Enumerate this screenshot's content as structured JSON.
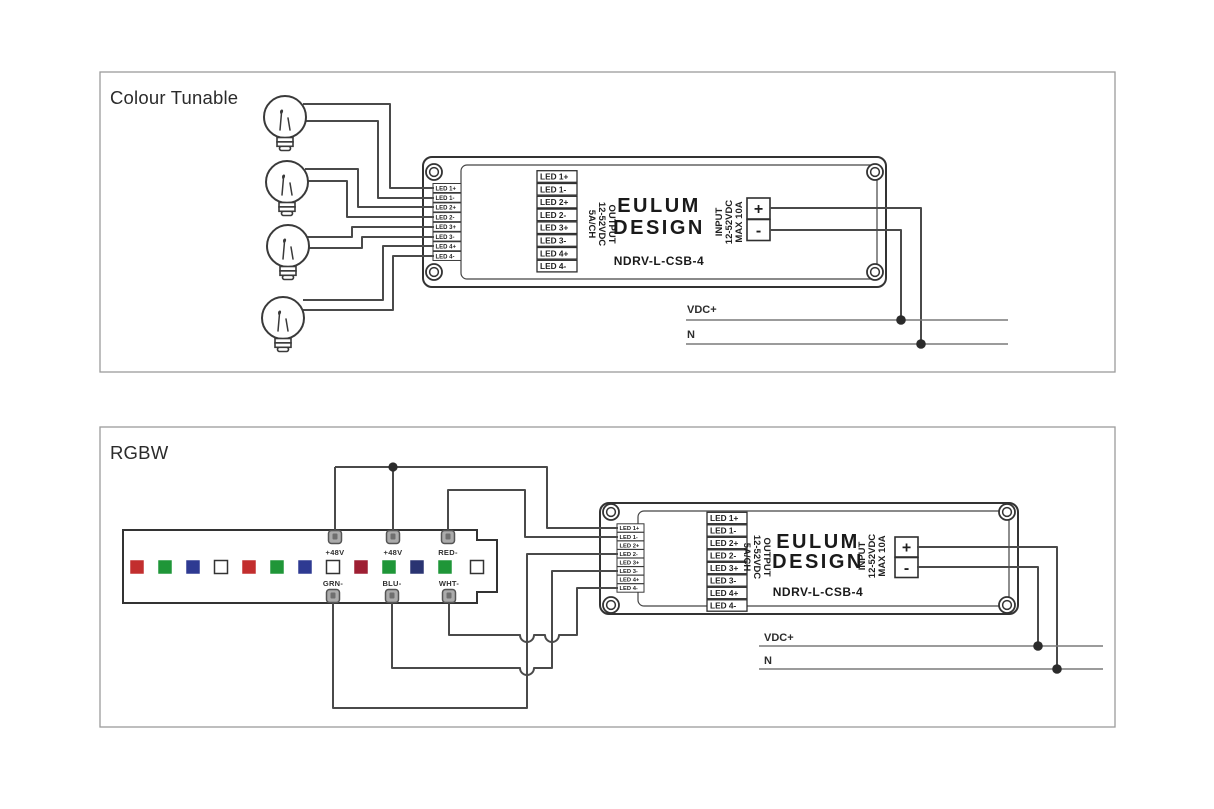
{
  "panels": [
    {
      "title": "Colour Tunable",
      "rails": {
        "positive": "VDC+",
        "neutral": "N"
      }
    },
    {
      "title": "RGBW",
      "rails": {
        "positive": "VDC+",
        "neutral": "N"
      }
    }
  ],
  "driver": {
    "terminals": [
      "LED 1+",
      "LED 1-",
      "LED 2+",
      "LED 2-",
      "LED 3+",
      "LED 3-",
      "LED 4+",
      "LED 4-"
    ],
    "output_label": [
      "OUTPUT",
      "12-52VDC",
      "5A/CH"
    ],
    "input_label": [
      "INPUT",
      "12-52VDC",
      "MAX 10A"
    ],
    "brand": [
      "EULUM",
      "DESIGN"
    ],
    "model": "NDRV-L-CSB-4",
    "positive_terminal": "+",
    "negative_terminal": "-"
  },
  "strip": {
    "top_pads": [
      "+48V",
      "+48V",
      "RED-"
    ],
    "bottom_pads": [
      "GRN-",
      "BLU-",
      "WHT-"
    ],
    "square_colors": [
      "#c22e2e",
      "#1f9638",
      "#2e3a92",
      "#ffffff",
      "#c22e2e",
      "#1f9638",
      "#2e3a92",
      "#ffffff",
      "#9e1f33",
      "#1f9638",
      "#2a3472",
      "#1f9638",
      "#ffffff"
    ]
  },
  "colors": {
    "wire": "#4a4a4a",
    "outline": "#333333",
    "panel_border": "#9c9c9c",
    "rail_line": "#7a7a7a",
    "pad_fill": "#ababab",
    "pad_border": "#555555",
    "text": "#1f1f1f"
  }
}
